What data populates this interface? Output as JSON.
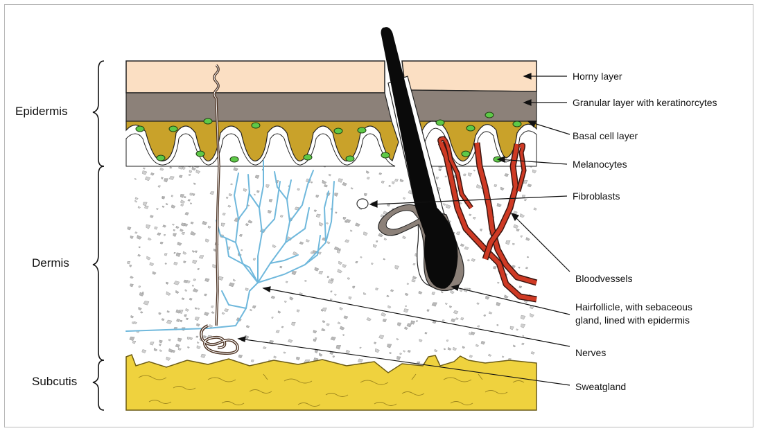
{
  "regions": {
    "epidermis": "Epidermis",
    "dermis": "Dermis",
    "subcutis": "Subcutis"
  },
  "labels": {
    "horny_layer": "Horny layer",
    "granular_layer": "Granular layer with keratinorcytes",
    "basal_cell_layer": "Basal cell layer",
    "melanocytes": "Melanocytes",
    "fibroblasts": "Fibroblasts",
    "bloodvessels": "Bloodvessels",
    "hairfollicle_line1": "Hairfollicle, with sebaceous",
    "hairfollicle_line2": "gland, lined with epidermis",
    "nerves": "Nerves",
    "sweatgland": "Sweatgland"
  },
  "colors": {
    "horny": "#fbdfc3",
    "granular": "#8c8179",
    "basal": "#c9a22a",
    "melanocyte": "#5ec948",
    "dermis_speckle": "#b8b8b8",
    "nerve": "#6fb8dc",
    "blood": "#cf3a24",
    "fat": "#efd23e",
    "hair": "#0a0a0a",
    "sweat_duct": "#4a3020"
  }
}
